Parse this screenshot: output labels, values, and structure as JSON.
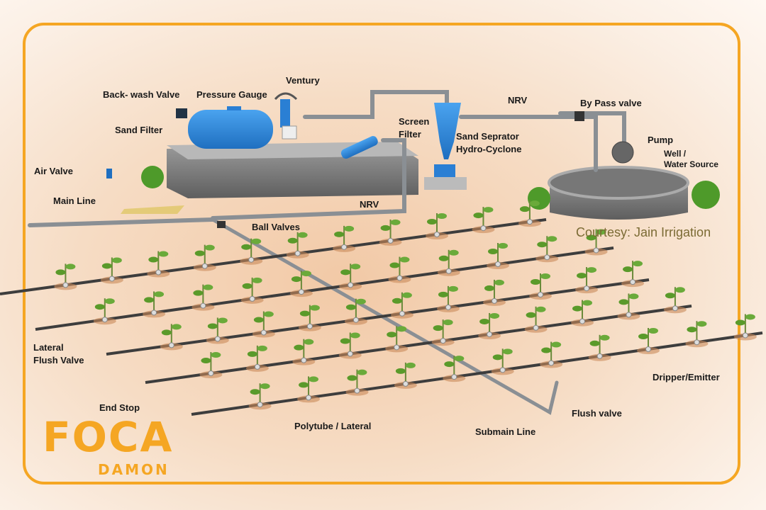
{
  "labels": {
    "backwash_valve": "Back- wash Valve",
    "pressure_gauge": "Pressure Gauge",
    "venturi": "Ventury",
    "sand_filter": "Sand Filter",
    "screen_filter_1": "Screen",
    "screen_filter_2": "Filter",
    "nrv_top": "NRV",
    "bypass_valve": "By Pass valve",
    "sand_separator_1": "Sand Seprator",
    "sand_separator_2": "Hydro-Cyclone",
    "pump": "Pump",
    "well_1": "Well /",
    "well_2": "Water Source",
    "air_valve": "Air Valve",
    "main_line": "Main Line",
    "nrv_main": "NRV",
    "ball_valves": "Ball Valves",
    "lateral_flush_1": "Lateral",
    "lateral_flush_2": "Flush Valve",
    "dripper": "Dripper/Emitter",
    "end_stop": "End Stop",
    "polytube": "Polytube / Lateral",
    "flush_valve": "Flush valve",
    "submain": "Submain Line"
  },
  "courtesy": "Courtesy: Jain Irrigation",
  "logo": {
    "main": "FOCA",
    "sub": "DAMON"
  },
  "colors": {
    "frame": "#f5a623",
    "equipment": "#2a7fd4",
    "pipe": "#8a8f94",
    "plant": "#5a9a2a"
  }
}
